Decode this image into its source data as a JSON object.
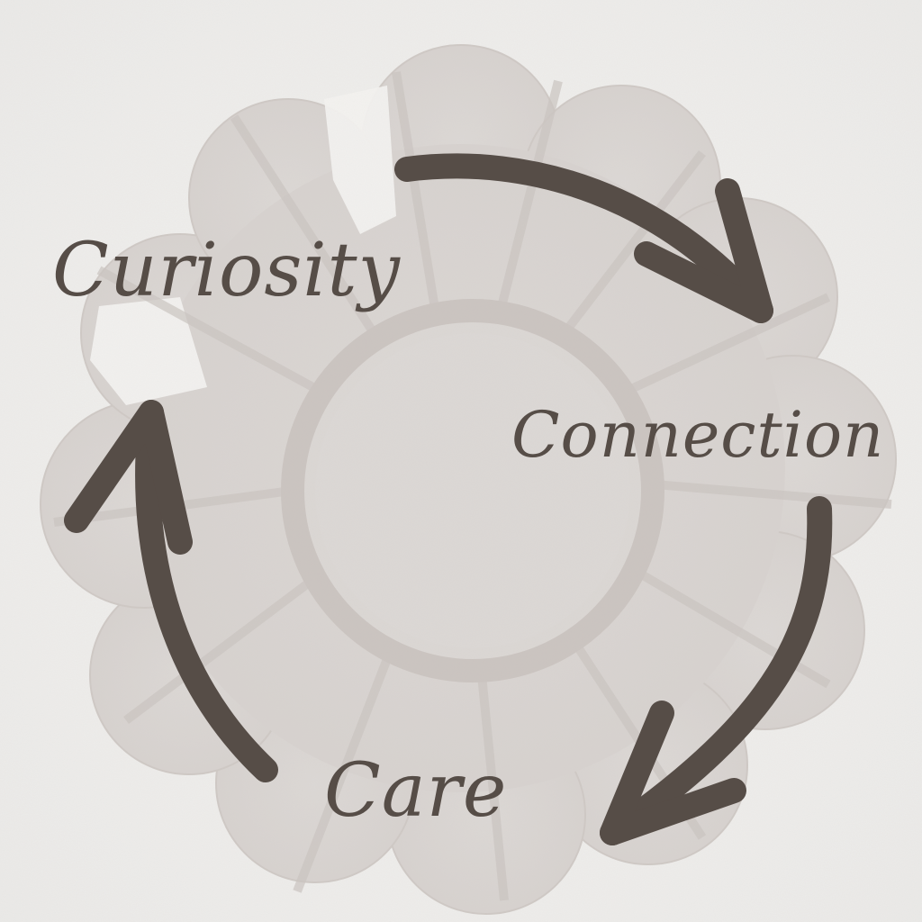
{
  "diagram": {
    "type": "cycle",
    "direction": "clockwise",
    "nodes": [
      {
        "id": "curiosity",
        "label": "Curiosity"
      },
      {
        "id": "connection",
        "label": "Connection"
      },
      {
        "id": "care",
        "label": "Care"
      }
    ],
    "edges": [
      {
        "from": "curiosity",
        "to": "connection",
        "icon": "curved-arrow-icon"
      },
      {
        "from": "connection",
        "to": "care",
        "icon": "curved-arrow-icon"
      },
      {
        "from": "care",
        "to": "curiosity",
        "icon": "curved-arrow-icon"
      }
    ]
  },
  "labels": {
    "curiosity": "Curiosity",
    "connection": "Connection",
    "care": "Care"
  },
  "colors": {
    "text": "#564d47",
    "arrow": "#564d47",
    "background": "#efeeec",
    "fabric": "#d9d5d2",
    "fabric_seam": "#c9c3bf"
  },
  "background_motif": "quilted-fabric-flower"
}
